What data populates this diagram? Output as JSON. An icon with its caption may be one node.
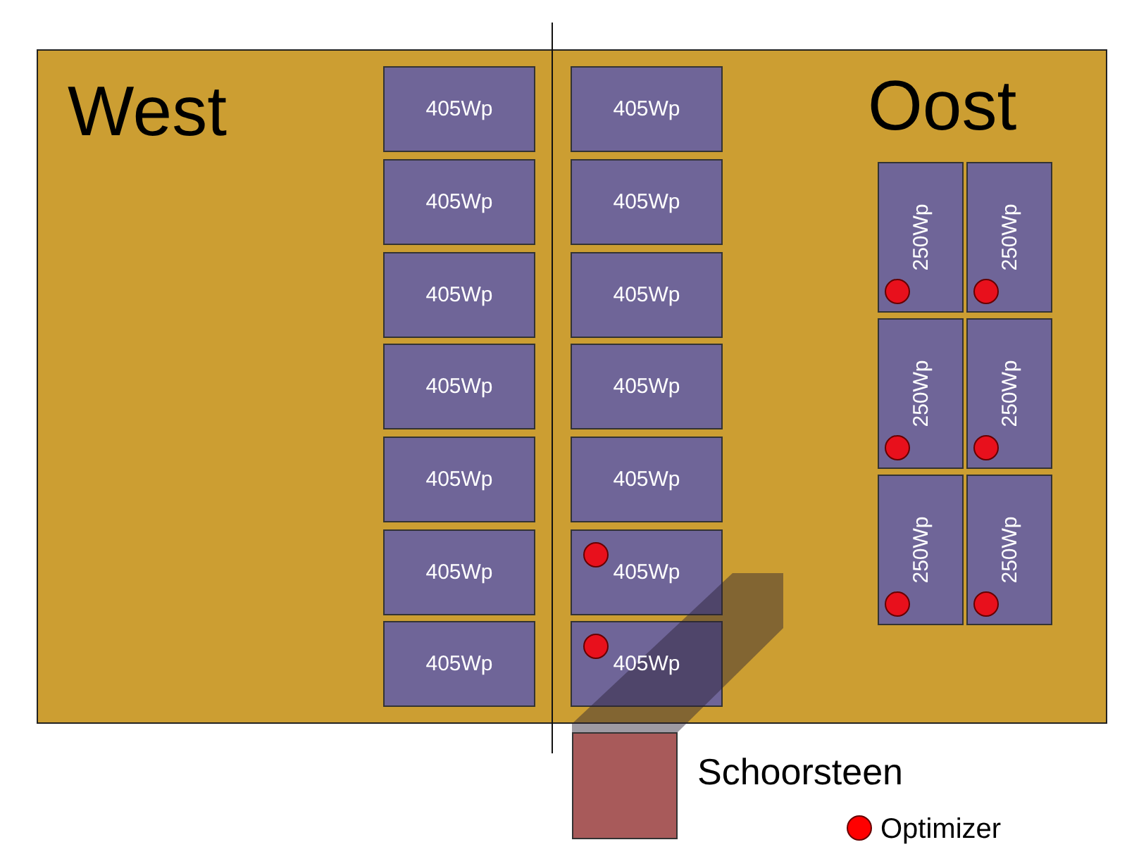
{
  "diagram": {
    "nodes": [
      {
        "text": [
          "West",
          "Oost"
        ]
      },
      {
        "text": [
          "405Wp"
        ],
        "in": 0
      },
      {
        "text": [
          "405Wp"
        ],
        "in": 0
      },
      {
        "text": [
          "405Wp"
        ],
        "in": 0
      },
      {
        "text": [
          "405Wp"
        ],
        "in": 0
      },
      {
        "text": [
          "405Wp"
        ],
        "in": 0
      },
      {
        "text": [
          "405Wp"
        ],
        "in": 0
      },
      {
        "text": [
          "405Wp"
        ],
        "in": 0
      },
      {
        "text": [
          "405Wp"
        ],
        "in": 0
      },
      {
        "text": [
          "405Wp"
        ],
        "in": 0
      },
      {
        "text": [
          "405Wp"
        ],
        "in": 0
      },
      {
        "text": [
          "405Wp"
        ],
        "in": 0
      },
      {
        "text": [
          "405Wp"
        ],
        "in": 0
      },
      {
        "text": [
          "405Wp"
        ],
        "in": 0
      },
      {
        "text": [],
        "shape": "circle",
        "in": 13
      },
      {
        "text": [
          "405Wp"
        ],
        "in": 0
      },
      {
        "text": [],
        "shape": "circle",
        "in": 15
      },
      {
        "text": [
          "250Wp"
        ],
        "in": 0
      },
      {
        "text": [],
        "shape": "circle",
        "in": 17
      },
      {
        "text": [
          "250Wp"
        ],
        "in": 0
      },
      {
        "text": [],
        "shape": "circle",
        "in": 19
      },
      {
        "text": [
          "250Wp"
        ],
        "in": 0
      },
      {
        "text": [],
        "shape": "circle",
        "in": 21
      },
      {
        "text": [
          "250Wp"
        ],
        "in": 0
      },
      {
        "text": [],
        "shape": "circle",
        "in": 23
      },
      {
        "text": [
          "250Wp"
        ],
        "in": 0
      },
      {
        "text": [],
        "shape": "circle",
        "in": 25
      },
      {
        "text": [
          "250Wp"
        ],
        "in": 0
      },
      {
        "text": [],
        "shape": "circle",
        "in": 27
      },
      {
        "text": [],
        "shape": "box",
        "beside": [
          "Schoorsteen"
        ]
      }
    ],
    "legend": [
      {
        "text": "Optimizer",
        "color": "#ff0000"
      }
    ]
  }
}
